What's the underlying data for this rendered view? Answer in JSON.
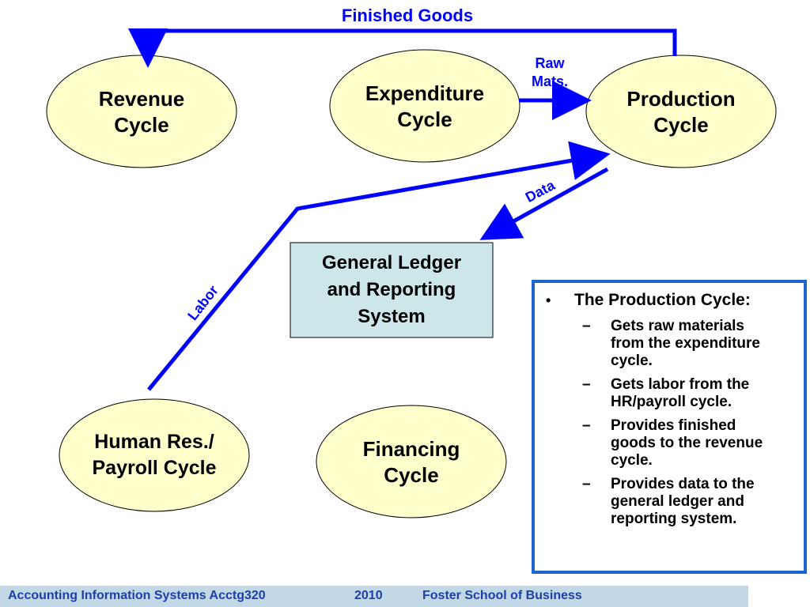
{
  "cycles": {
    "revenue": "Revenue\nCycle",
    "expenditure": "Expenditure\nCycle",
    "production": "Production\nCycle",
    "hr_payroll": "Human Res./\nPayroll Cycle",
    "financing": "Financing\nCycle"
  },
  "general_ledger": "General Ledger\nand Reporting\nSystem",
  "flows": {
    "finished_goods": "Finished Goods",
    "raw_mats": "Raw\nMats.",
    "data": "Data",
    "labor": "Labor"
  },
  "info_box": {
    "bullet": "•",
    "heading": "The Production Cycle:",
    "dash": "–",
    "items": [
      "Gets raw materials from the expenditure cycle.",
      "Gets labor from the HR/payroll cycle.",
      "Provides finished goods to the revenue cycle.",
      "Provides data to the general ledger and reporting system."
    ]
  },
  "footer": {
    "course": "Accounting Information Systems  Acctg320",
    "year": "2010",
    "school": "Foster School of Business"
  },
  "colors": {
    "arrow": "#0000ff",
    "ellipse_fill": "#ffffcc",
    "ledger_fill": "#cce6ea",
    "box_border": "#1f63d0",
    "footer_bg": "#c2d8e6",
    "footer_text": "#1f3fa8"
  }
}
